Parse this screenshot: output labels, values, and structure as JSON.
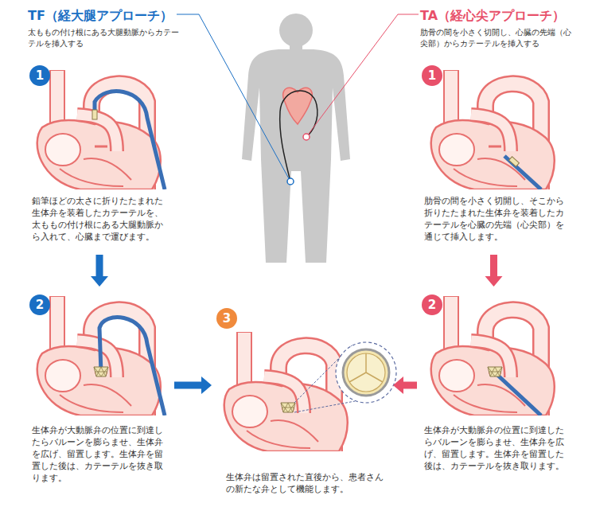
{
  "diagram": {
    "nodes": [
      {
        "text": [
          "TF（経大腿アプローチ）",
          "太ももの付け根にある大腿動脈からカテーテルを挿入する"
        ]
      },
      {
        "text": [
          "TA（経心尖アプローチ）",
          "肋骨の間を小さく切開し、心臓の先端（心尖部）からカテーテルを挿入する"
        ]
      },
      {
        "text": [
          "1",
          "鉛筆ほどの太さに折りたたまれた生体弁を装着したカテーテルを、太ももの付け根にある大腿動脈から入れて、心臓まで運びます。"
        ]
      },
      {
        "text": [
          "1",
          "肋骨の間を小さく切開し、そこから折りたたまれた生体弁を装着したカテーテルを心臓の先端（心尖部）を通じて挿入します。"
        ]
      },
      {
        "text": [
          "2",
          "生体弁が大動脈弁の位置に到達したらバルーンを膨らませ、生体弁を広げ、留置します。生体弁を留置した後は、カテーテルを抜き取ります。"
        ]
      },
      {
        "text": [
          "3",
          "生体弁は留置された直後から、患者さんの新たな弁として機能します。"
        ]
      },
      {
        "text": [
          "2",
          "生体弁が大動脈弁の位置に到達したらバルーンを膨らませ、生体弁を広げ、留置します。生体弁を留置した後は、カテーテルを抜き取ります。"
        ]
      }
    ],
    "edges": [
      {
        "from": 2,
        "to": 4,
        "arrow": "to"
      },
      {
        "from": 4,
        "to": 5,
        "arrow": "to"
      },
      {
        "from": 3,
        "to": 6,
        "arrow": "to"
      },
      {
        "from": 6,
        "to": 5,
        "arrow": "to"
      }
    ]
  }
}
